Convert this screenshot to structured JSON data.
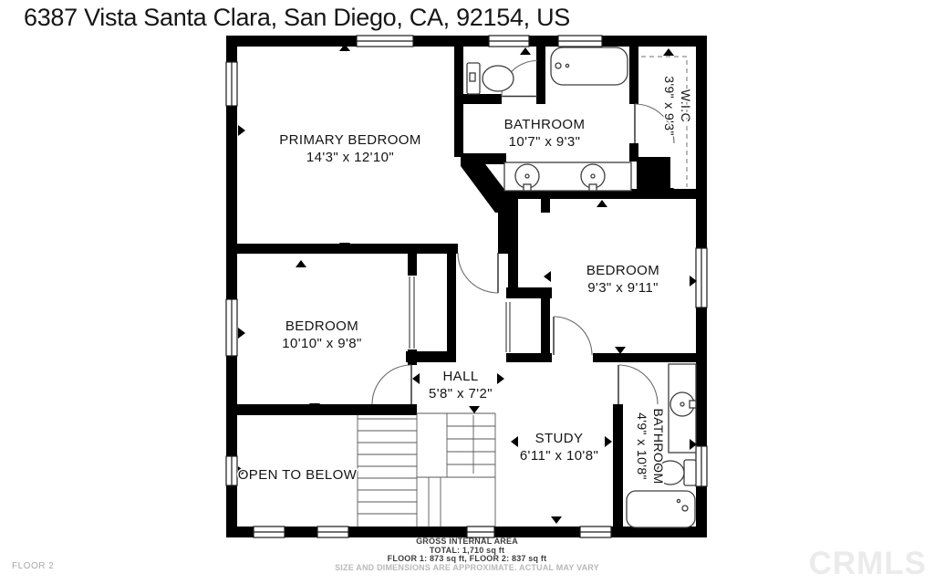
{
  "title": "6387 Vista Santa Clara, San Diego, CA, 92154, US",
  "rooms": {
    "primary_bedroom": {
      "name": "PRIMARY BEDROOM",
      "dims": "14'3\" x 12'10\""
    },
    "bathroom_top": {
      "name": "BATHROOM",
      "dims": "10'7\" x 9'3\""
    },
    "wic": {
      "name": "W.I.C",
      "dims": "3'9\" x 9'3\""
    },
    "bedroom_right": {
      "name": "BEDROOM",
      "dims": "9'3\" x 9'11\""
    },
    "bedroom_left": {
      "name": "BEDROOM",
      "dims": "10'10\" x 9'8\""
    },
    "hall": {
      "name": "HALL",
      "dims": "5'8\" x 7'2\""
    },
    "study": {
      "name": "STUDY",
      "dims": "6'11\" x 10'8\""
    },
    "bathroom_bottom": {
      "name": "BATHROOM",
      "dims": "4'9\" x 10'8\""
    },
    "open_to_below": {
      "name": "OPEN TO BELOW"
    }
  },
  "footer": {
    "area_title": "GROSS INTERNAL AREA",
    "total": "TOTAL: 1,710 sq ft",
    "floors": "FLOOR 1: 873 sq ft, FLOOR 2: 837 sq ft",
    "disclaimer": "SIZE AND DIMENSIONS ARE APPROXIMATE. ACTUAL MAY VARY"
  },
  "floor_label": "FLOOR 2",
  "watermark": "CRMLS",
  "colors": {
    "wall": "#000000",
    "line": "#4a4a4a",
    "muted_text": "#a8a8a8",
    "watermark": "#ebebeb"
  }
}
